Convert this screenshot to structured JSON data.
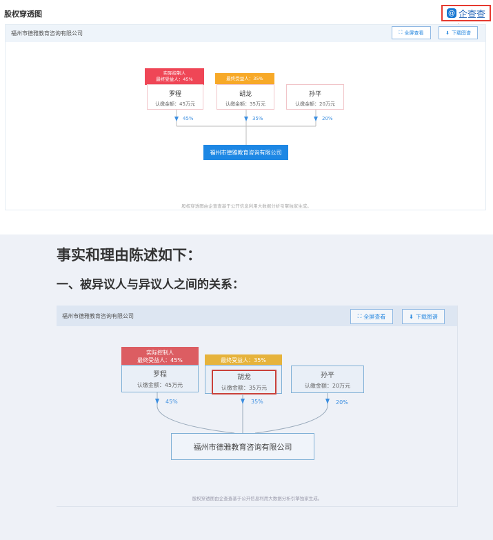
{
  "top": {
    "title": "股权穿透图",
    "logo_text": "企查查",
    "company_header": "福州市德雅教育咨询有限公司",
    "fullscreen_label": "全屏查看",
    "download_label": "下载图谱",
    "shareholders": [
      {
        "name": "罗程",
        "amount": "认缴金额：45万元",
        "percent": "45%",
        "badge_line1": "实际控制人",
        "badge_line2": "最终受益人：45%"
      },
      {
        "name": "胡龙",
        "amount": "认缴金额：35万元",
        "percent": "35%",
        "badge_line1": "",
        "badge_line2": "最终受益人：35%"
      },
      {
        "name": "孙平",
        "amount": "认缴金额：20万元",
        "percent": "20%"
      }
    ],
    "company": "福州市德雅教育咨询有限公司",
    "footer": "股权穿透图由企查查基于公开信息利用大数据分析引擎独家生成。",
    "colors": {
      "red_badge": "#ef4656",
      "orange_badge": "#f7a928",
      "blue": "#1d87e4",
      "highlight": "#e53a2f"
    }
  },
  "doc": {
    "heading": "事实和理由陈述如下：",
    "subheading": "一、被异议人与异议人之间的关系：",
    "company_header": "福州市德雅教育咨询有限公司",
    "fullscreen_label": "全屏查看",
    "download_label": "下载图谱",
    "shareholders": [
      {
        "name": "罗程",
        "amount": "认缴金额：45万元",
        "percent": "45%",
        "badge_line1": "实际控制人",
        "badge_line2": "最终受益人：45%"
      },
      {
        "name": "胡龙",
        "amount": "认缴金额：35万元",
        "percent": "35%",
        "badge_line2": "最终受益人：35%"
      },
      {
        "name": "孙平",
        "amount": "认缴金额：20万元",
        "percent": "20%"
      }
    ],
    "company": "福州市德雅教育咨询有限公司",
    "footer": "股权穿透图由企查查基于公开信息利用大数据分析引擎独家生成。"
  }
}
